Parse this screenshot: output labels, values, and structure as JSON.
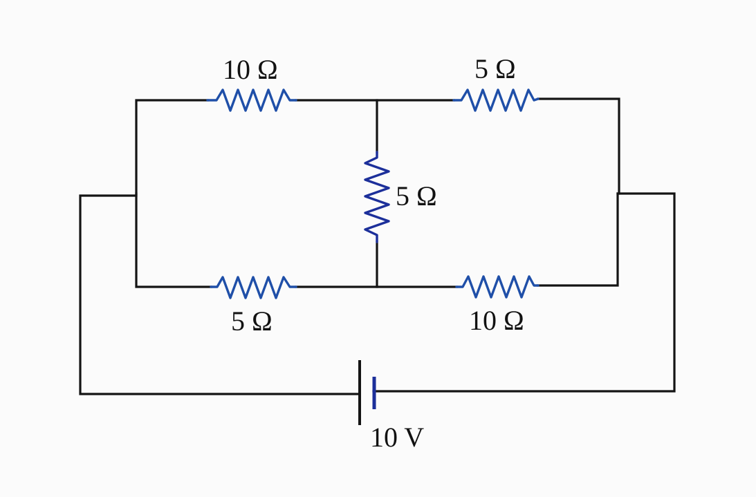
{
  "diagram": {
    "type": "circuit",
    "resistors": {
      "top_left": "10 Ω",
      "top_right": "5 Ω",
      "middle": "5 Ω",
      "bottom_left": "5 Ω",
      "bottom_right": "10 Ω"
    },
    "battery": "10 V"
  },
  "colors": {
    "wire": "#141414",
    "resistor": "#1f4fa8",
    "resistor_dark": "#1c2f9a",
    "background": "#fbfbfb"
  }
}
